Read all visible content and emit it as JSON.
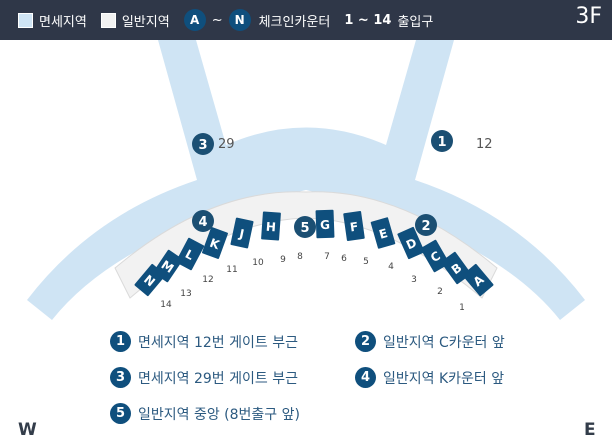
{
  "header": {
    "legend_duty_free": "면세지역",
    "legend_general": "일반지역",
    "checkin_from": "A",
    "checkin_tilde": "~",
    "checkin_to": "N",
    "checkin_label": "체크인카운터",
    "exits_range": "1 ~ 14",
    "exits_label": "출입구",
    "floor": "3F"
  },
  "colors": {
    "header_bg": "#2f3748",
    "duty_free_area": "#cfe4f4",
    "general_area": "#f2f2f2",
    "counter_fill": "#0f4f7d",
    "marker_fill": "#1b4f73",
    "legend_text": "#2c5a80"
  },
  "map": {
    "counters": [
      "A",
      "B",
      "C",
      "D",
      "E",
      "F",
      "G",
      "H",
      "J",
      "K",
      "L",
      "M",
      "N"
    ],
    "exits": [
      "1",
      "2",
      "3",
      "4",
      "5",
      "6",
      "7",
      "8",
      "9",
      "10",
      "11",
      "12",
      "13",
      "14"
    ],
    "gate_labels": {
      "left": "29",
      "right": "12"
    },
    "markers": [
      "1",
      "2",
      "3",
      "4",
      "5"
    ]
  },
  "legend": [
    {
      "num": "1",
      "text": "면세지역 12번 게이트 부근"
    },
    {
      "num": "2",
      "text": "일반지역 C카운터 앞"
    },
    {
      "num": "3",
      "text": "면세지역 29번 게이트 부근"
    },
    {
      "num": "4",
      "text": "일반지역 K카운터 앞"
    },
    {
      "num": "5",
      "text": "일반지역 중앙 (8번출구 앞)"
    }
  ],
  "compass": {
    "west": "W",
    "east": "E"
  }
}
